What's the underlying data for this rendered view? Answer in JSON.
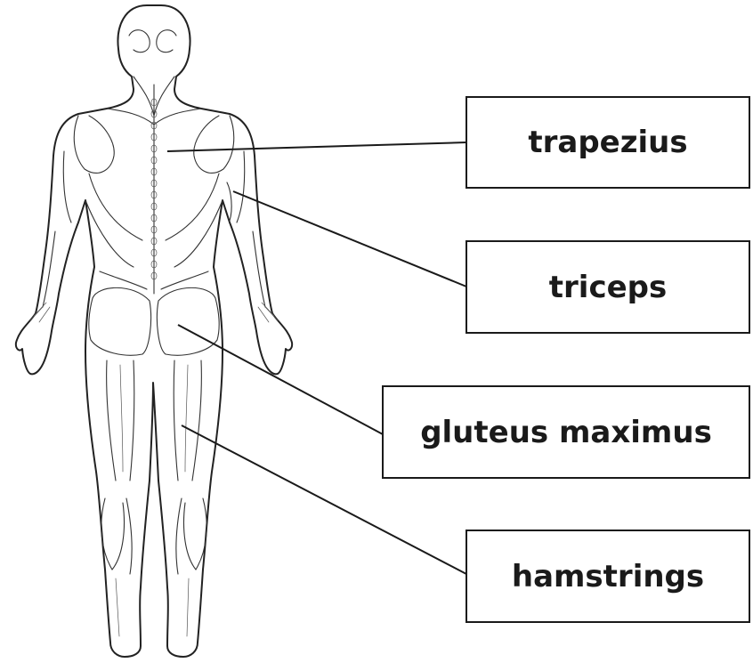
{
  "diagram": {
    "labels": [
      {
        "id": "trapezius",
        "text": "trapezius"
      },
      {
        "id": "triceps",
        "text": "triceps"
      },
      {
        "id": "gluteus-maximus",
        "text": "gluteus maximus"
      },
      {
        "id": "hamstrings",
        "text": "hamstrings"
      }
    ]
  },
  "colors": {
    "line": "#1a1a1a",
    "background": "#ffffff"
  }
}
